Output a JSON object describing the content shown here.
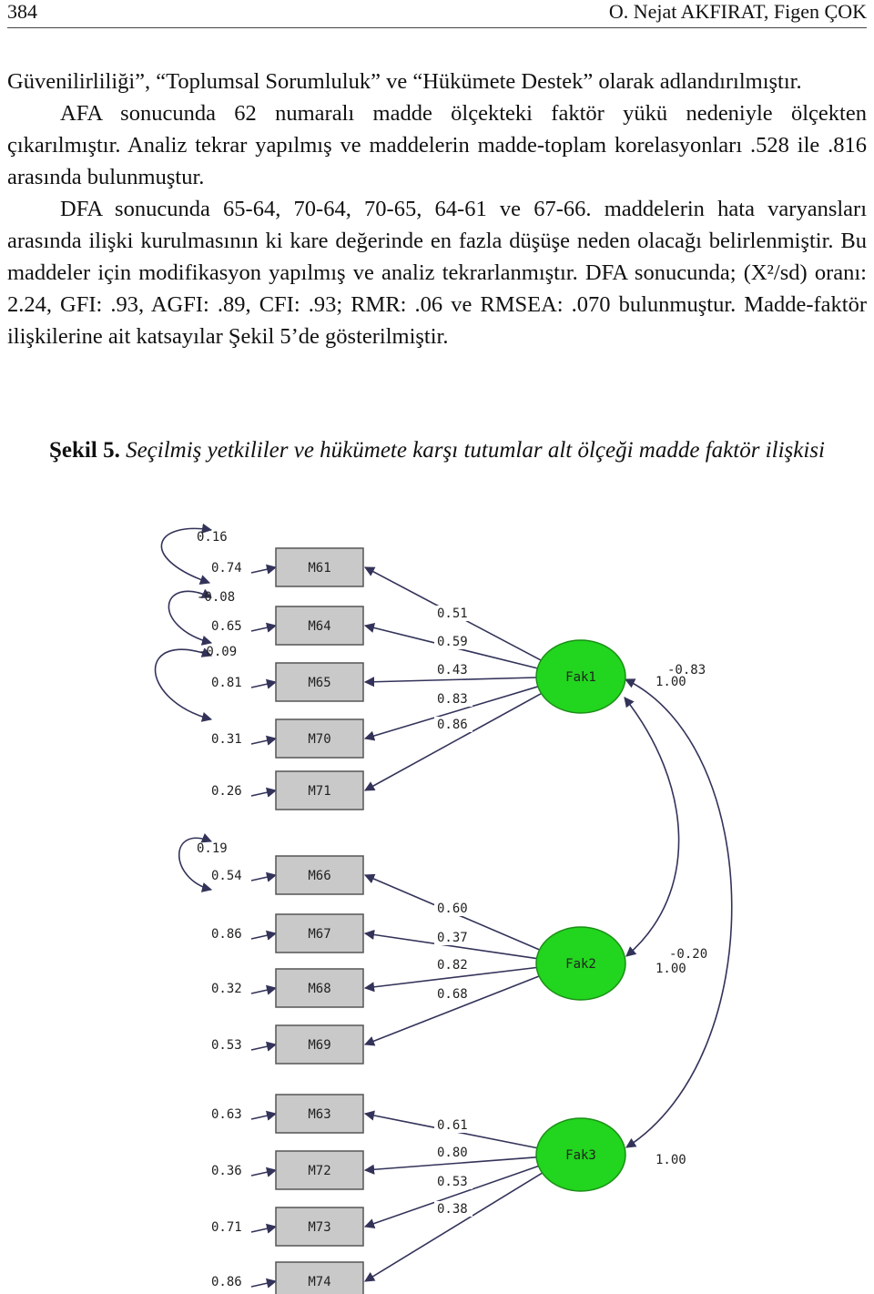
{
  "header": {
    "page_number": "384",
    "running_title": "O. Nejat AKFIRAT, Figen ÇOK"
  },
  "paragraphs": [
    "Güvenilirliliği”, “Toplumsal Sorumluluk” ve “Hükümete Destek” olarak adlandırılmıştır.",
    "AFA sonucunda 62 numaralı madde ölçekteki faktör yükü nedeniyle ölçekten çıkarılmıştır. Analiz tekrar yapılmış ve maddelerin madde-toplam korelasyonları .528 ile .816 arasında bulunmuştur.",
    "DFA sonucunda 65-64, 70-64, 70-65, 64-61 ve 67-66. maddelerin hata varyansları arasında ilişki kurulmasının ki kare değerinde en fazla düşüşe neden olacağı belirlenmiştir. Bu maddeler için modifikasyon yapılmış ve analiz tekrarlanmıştır. DFA sonucunda; (X²/sd) oranı: 2.24, GFI: .93, AGFI: .89, CFI: .93; RMR: .06 ve RMSEA: .070 bulunmuştur. Madde-faktör ilişkilerine ait katsayılar Şekil 5’de gösterilmiştir."
  ],
  "figure": {
    "label": "Şekil 5.",
    "title": "Seçilmiş yetkililer ve hükümete karşı tutumlar alt ölçeği madde faktör ilişkisi"
  },
  "diagram": {
    "factors": [
      {
        "name": "Fak1",
        "variance": "1.00",
        "items": [
          "M61",
          "M64",
          "M65",
          "M70",
          "M71"
        ],
        "errors": [
          "0.74",
          "0.65",
          "0.81",
          "0.31",
          "0.26"
        ],
        "loadings": [
          "0.51",
          "0.59",
          "0.43",
          "0.83",
          "0.86"
        ]
      },
      {
        "name": "Fak2",
        "variance": "1.00",
        "items": [
          "M66",
          "M67",
          "M68",
          "M69"
        ],
        "errors": [
          "0.54",
          "0.86",
          "0.32",
          "0.53"
        ],
        "loadings": [
          "0.60",
          "0.37",
          "0.82",
          "0.68"
        ]
      },
      {
        "name": "Fak3",
        "variance": "1.00",
        "items": [
          "M63",
          "M72",
          "M73",
          "M74"
        ],
        "errors": [
          "0.63",
          "0.36",
          "0.71",
          "0.86"
        ],
        "loadings": [
          "0.61",
          "0.80",
          "0.53",
          "0.38"
        ]
      }
    ],
    "error_covariances": [
      "0.16",
      "-0.08",
      "-0.09",
      "0.19"
    ],
    "factor_covariances": [
      "-0.83",
      "-0.20"
    ],
    "colors": {
      "factor_fill": "#22d51e",
      "factor_stroke": "#1a8f16",
      "box_fill": "#c9c9c9",
      "box_stroke": "#555555",
      "arrow": "#33335a"
    }
  }
}
